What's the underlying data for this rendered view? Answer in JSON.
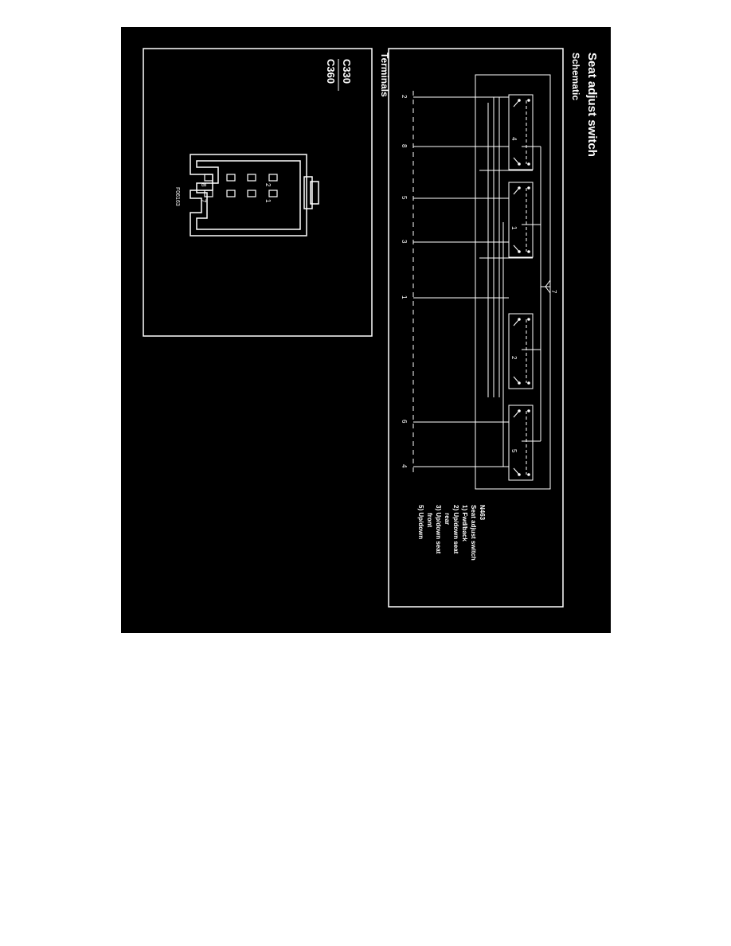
{
  "title": "Seat adjust switch",
  "schematic": {
    "heading": "Schematic",
    "top_pin": "7",
    "bottom_pins": [
      "2",
      "8",
      "5",
      "3",
      "1",
      "6",
      "4"
    ],
    "switch_numbers": [
      "4",
      "1",
      "2",
      "5"
    ],
    "legend": {
      "code": "N463",
      "name": "Seat adjust switch",
      "items": [
        "1) Fwd/back",
        "2) Up/down seat",
        "rear",
        "3) Up/down seat",
        "front",
        "5) Up/down"
      ]
    }
  },
  "terminals": {
    "heading": "Terminals",
    "connectors": [
      "C330",
      "C360"
    ],
    "pin_labels": [
      "2",
      "1",
      "8",
      "7"
    ],
    "figure_id": "F06163"
  },
  "colors": {
    "background": "#000000",
    "ink": "#ffffff",
    "page": "#ffffff"
  }
}
